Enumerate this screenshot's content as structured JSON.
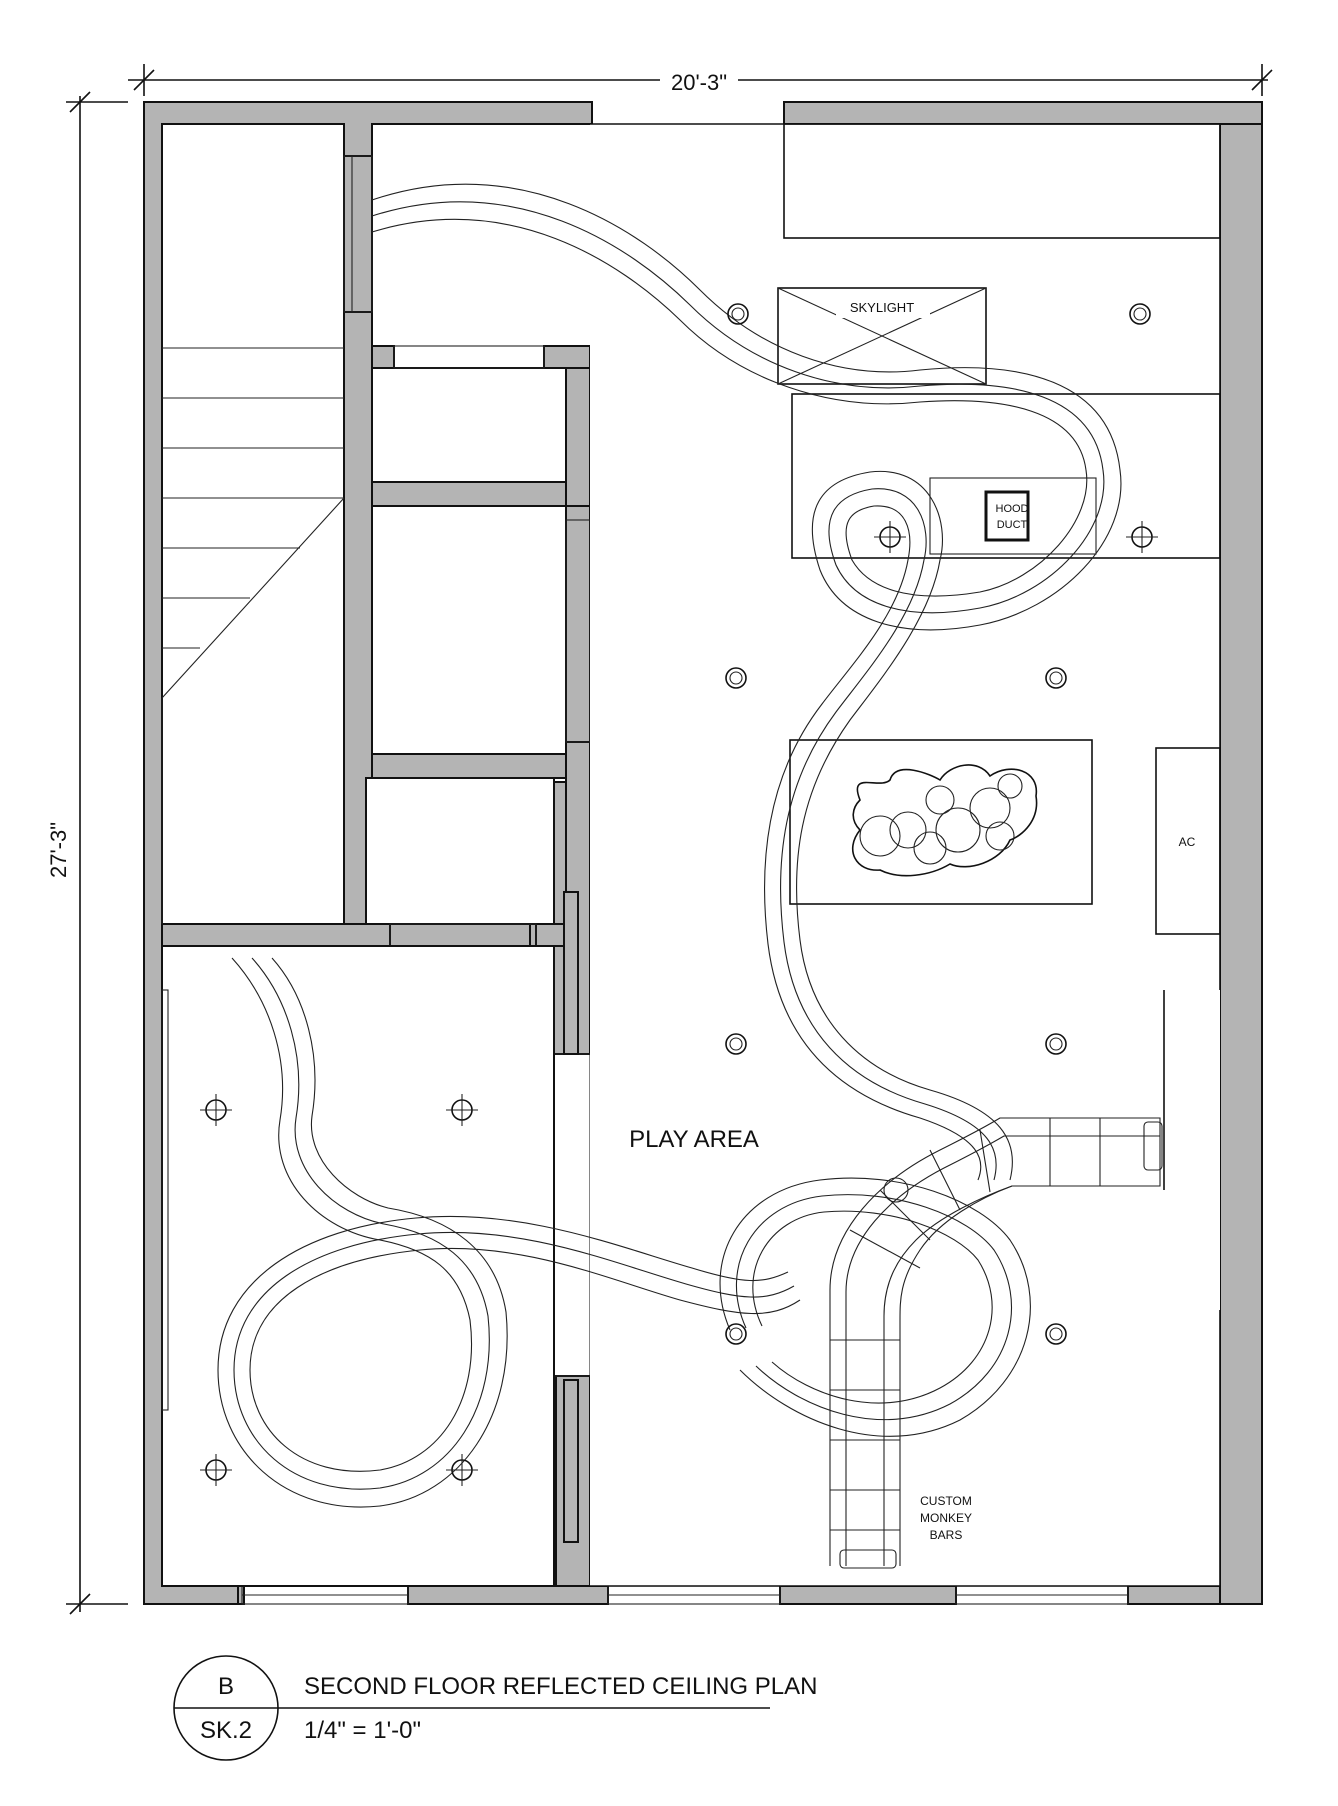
{
  "dimensions": {
    "width_label": "20'-3\"",
    "height_label": "27'-3\""
  },
  "labels": {
    "skylight": "SKYLIGHT",
    "hood_line1": "HOOD",
    "hood_line2": "DUCT",
    "ac": "AC",
    "play_area": "PLAY AREA",
    "monkey_line1": "CUSTOM",
    "monkey_line2": "MONKEY",
    "monkey_line3": "BARS"
  },
  "title_block": {
    "detail": "B",
    "sheet": "SK.2",
    "title": "SECOND FLOOR REFLECTED CEILING PLAN",
    "scale": "1/4\" = 1'-0\""
  },
  "icons": {
    "recessed_light": "circle-light-icon",
    "pendant_light": "crosshair-light-icon"
  }
}
